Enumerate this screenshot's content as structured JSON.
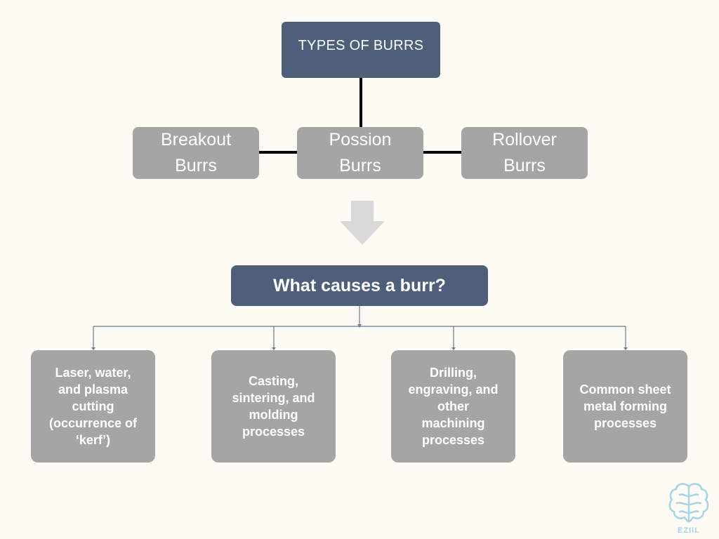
{
  "root": {
    "label": "TYPES OF BURRS"
  },
  "types": [
    {
      "label": "Breakout\nBurrs"
    },
    {
      "label": "Possion\nBurrs"
    },
    {
      "label": "Rollover\nBurrs"
    }
  ],
  "question": {
    "label": "What causes a burr?"
  },
  "causes": [
    {
      "label": "Laser, water,\nand plasma\ncutting\n(occurrence of\n‘kerf’)"
    },
    {
      "label": "Casting,\nsintering, and\nmolding\nprocesses"
    },
    {
      "label": "Drilling,\nengraving, and\nother\nmachining\nprocesses"
    },
    {
      "label": "Common sheet\nmetal forming\nprocesses"
    }
  ],
  "logo": {
    "text": "EZIIL",
    "icon": "brain-icon"
  },
  "colors": {
    "background": "#fdfbf3",
    "dark_box": "#4f5f7a",
    "grey_box": "#a5a5a5",
    "arrow": "#d9d9d9",
    "connector": "#000000",
    "branch_line": "#6d7a90",
    "logo": "#a7d3e6"
  }
}
